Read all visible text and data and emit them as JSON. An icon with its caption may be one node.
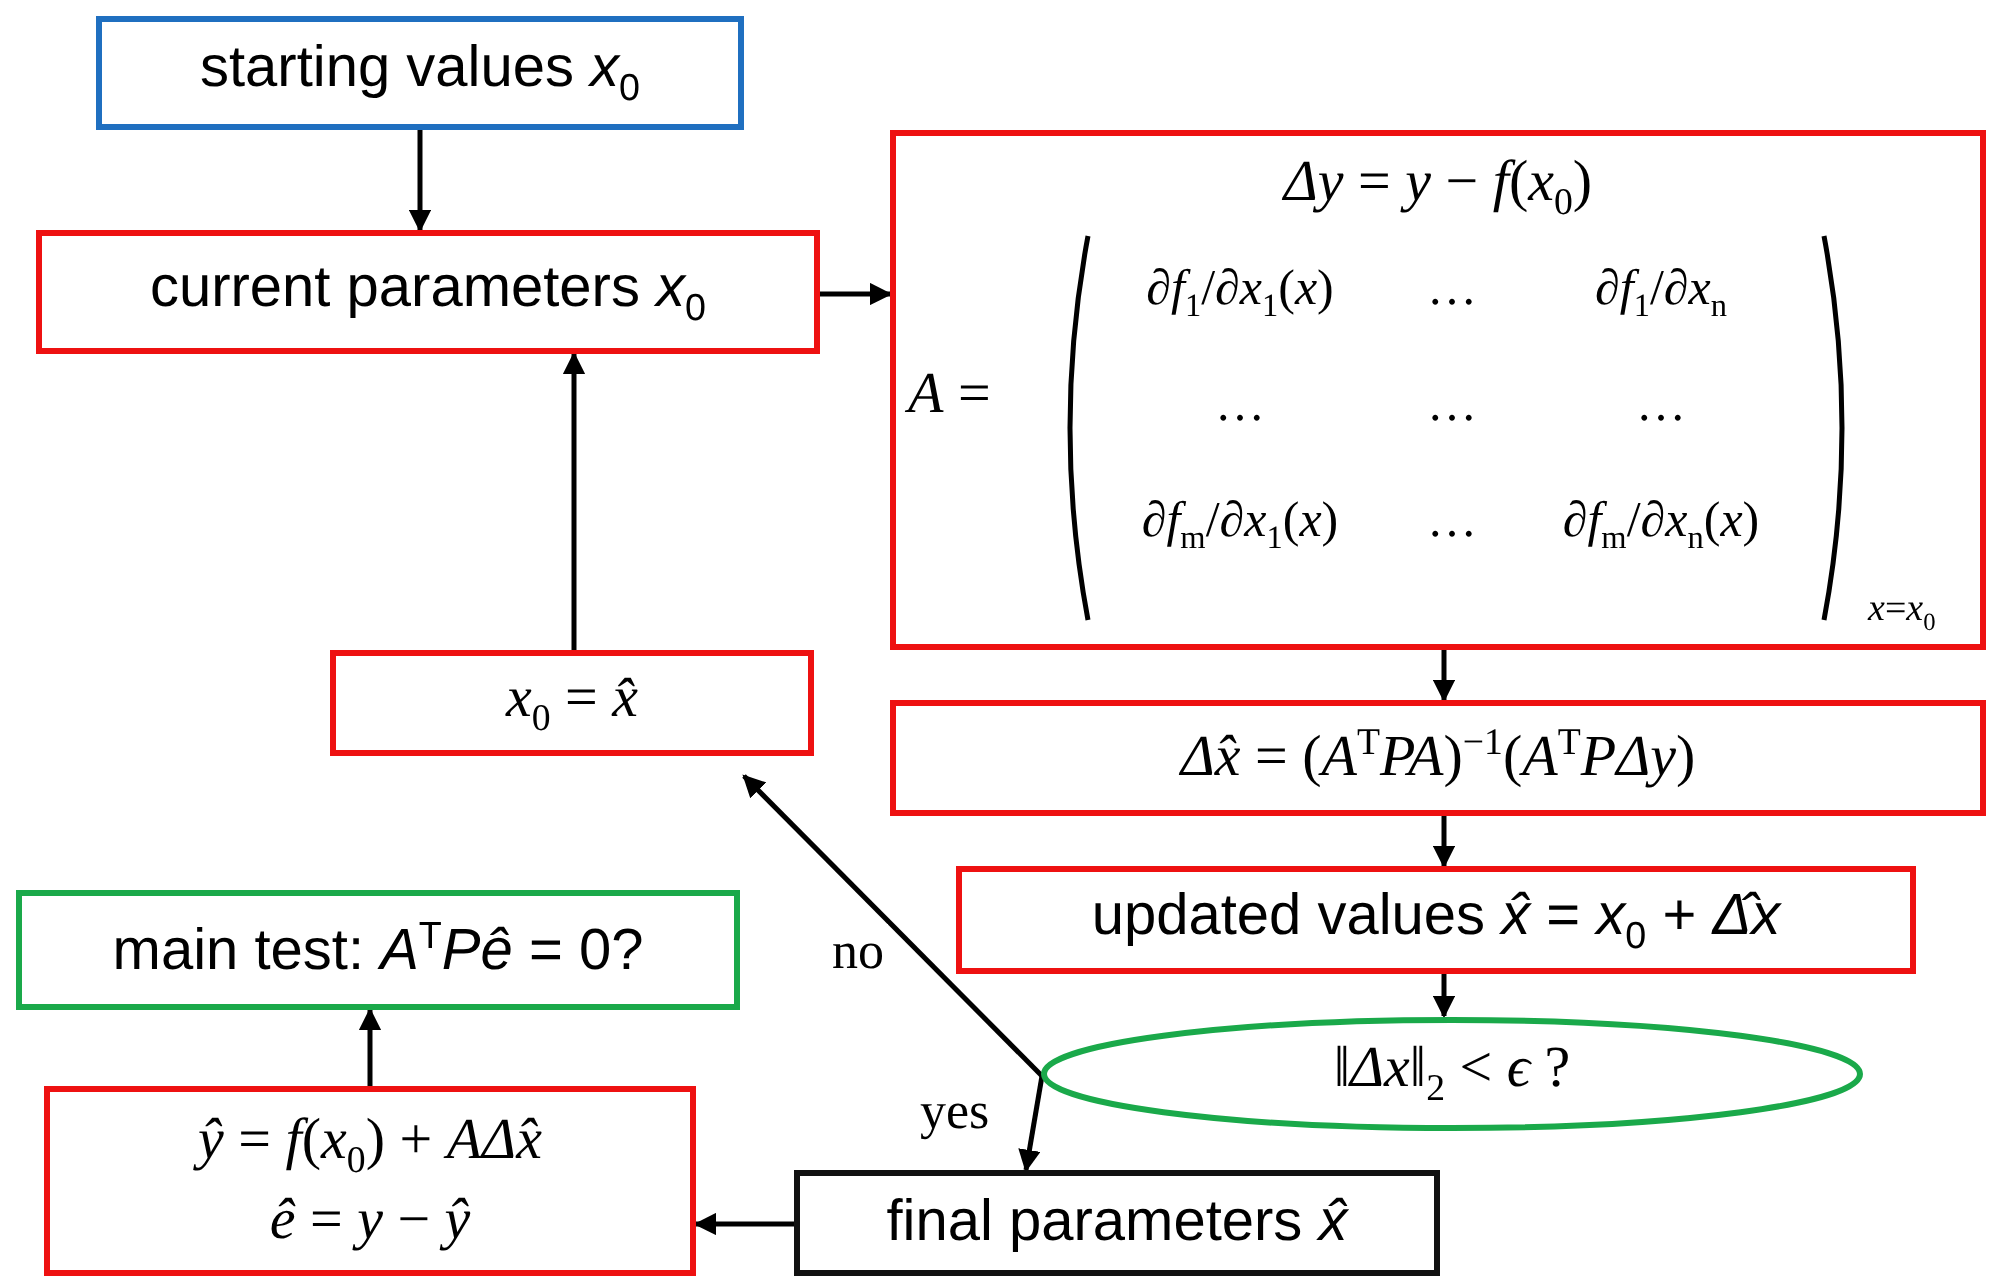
{
  "diagram": {
    "nodes": [
      {
        "text": [
          "starting values *x*$_{0}$"
        ]
      },
      {
        "text": [
          "current parameters *x*$_{0}$"
        ]
      },
      {
        "text": [
          "*Δy* = *y* − *f*(*x*$_{0}$)",
          "*A* =",
          "∂*f*$_{1}$/∂*x*$_{1}$(*x*)",
          "…",
          "∂*f*$_{1}$/∂*x*$_{n}$",
          "…",
          "…",
          "…",
          "∂*f*$_{m}$/∂*x*$_{1}$(*x*)",
          "…",
          "∂*f*$_{m}$/∂*x*$_{n}$(*x*)",
          "*x*=*x*$_{0}$"
        ]
      },
      {
        "text": [
          "*x*$_{0}$ = *x̂*"
        ]
      },
      {
        "text": [
          "*Δ̂x* = (*A*$^{T}$*PA*)$^{−1}$(*A*$^{T}$*PΔy*)"
        ]
      },
      {
        "text": [
          "main test: *A*$^{T}$*Pê* = 0?"
        ]
      },
      {
        "text": [
          "updated values *x̂* = *x*$_{0}$ + *Δ̂x*"
        ]
      },
      {
        "text": [
          "‖*Δx*‖$_{2}$ < *ϵ* ?"
        ]
      },
      {
        "text": [
          "*ŷ* = *f*(*x*$_{0}$) + *AΔ̂x*",
          "*ê* = *y* − *ŷ*"
        ]
      },
      {
        "text": [
          "final parameters *x̂*"
        ]
      }
    ],
    "edges": [
      {
        "from": 0,
        "to": 1,
        "arrow": "to"
      },
      {
        "from": 1,
        "to": 2,
        "arrow": "to"
      },
      {
        "from": 2,
        "to": 4,
        "arrow": "to"
      },
      {
        "from": 4,
        "to": 6,
        "arrow": "to"
      },
      {
        "from": 6,
        "to": 7,
        "arrow": "to"
      },
      {
        "from": 7,
        "to": 3,
        "arrow": "to",
        "label": "no"
      },
      {
        "from": 7,
        "to": 9,
        "arrow": "to",
        "label": "yes"
      },
      {
        "from": 9,
        "to": 8,
        "arrow": "to"
      },
      {
        "from": 8,
        "to": 5,
        "arrow": "to"
      },
      {
        "from": 3,
        "to": 1,
        "arrow": "to"
      }
    ]
  }
}
